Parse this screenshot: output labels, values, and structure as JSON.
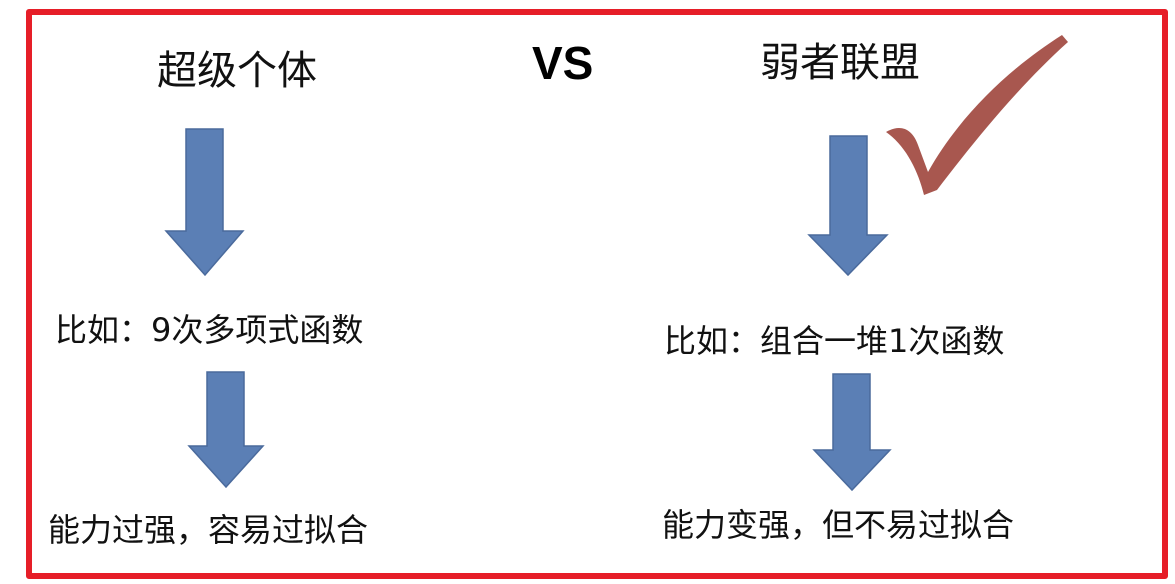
{
  "left": {
    "title": "超级个体",
    "example": "比如：9次多项式函数",
    "result": "能力过强，容易过拟合"
  },
  "vs_label": "VS",
  "right": {
    "title": "弱者联盟",
    "example": "比如：组合一堆1次函数",
    "result": "能力变强，但不易过拟合"
  },
  "colors": {
    "border": "#e61e28",
    "arrow": "#5b7fb5",
    "checkmark": "#a8574f"
  }
}
